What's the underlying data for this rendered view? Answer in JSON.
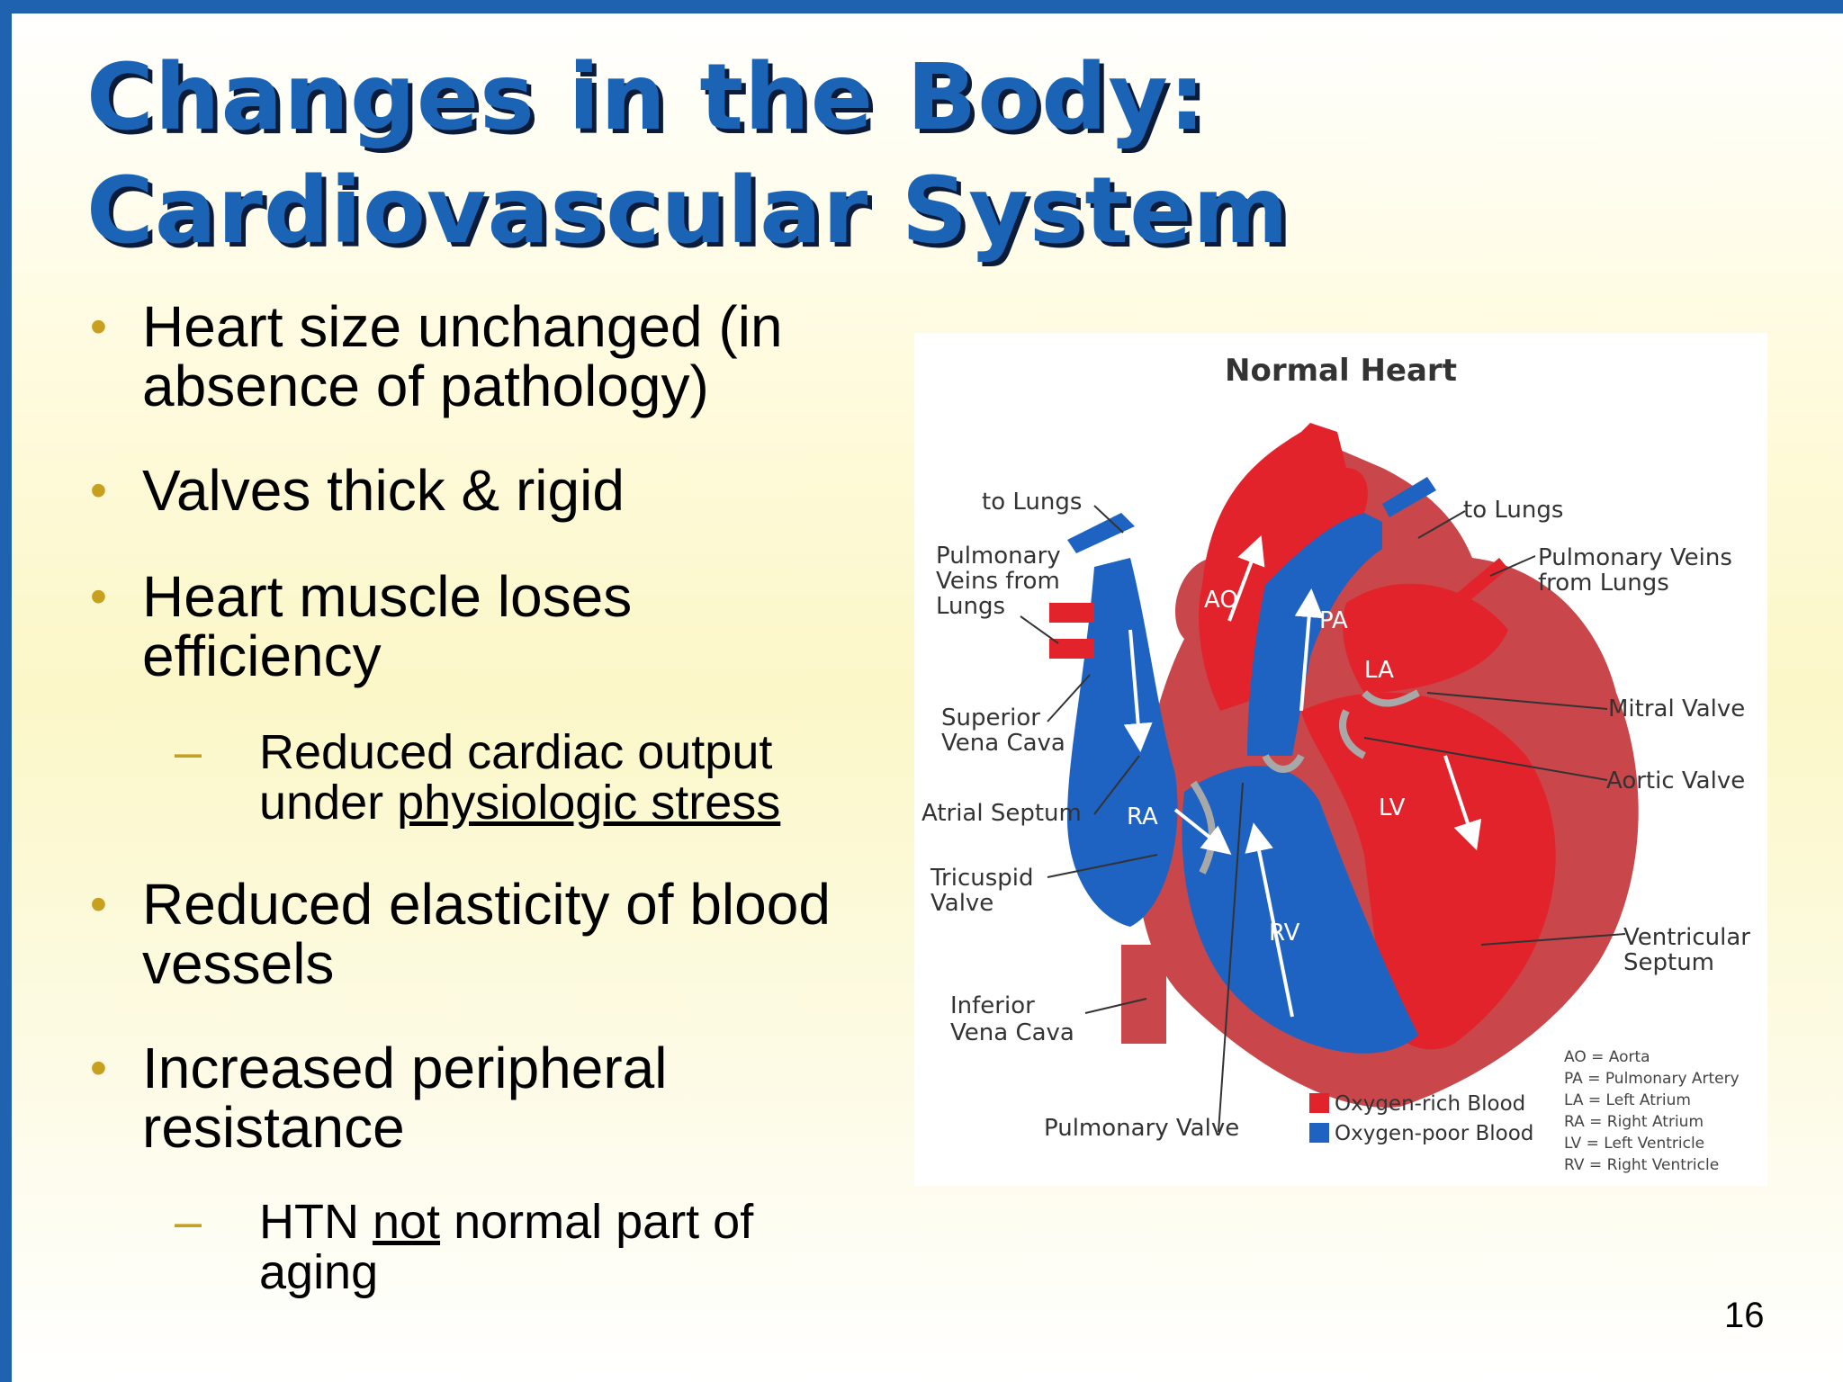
{
  "slide": {
    "title_line1": "Changes in the Body:",
    "title_line2": "Cardiovascular System",
    "page_number": "16"
  },
  "bullets": [
    {
      "l1": "Heart size unchanged (in",
      "l2": "absence of pathology)"
    },
    {
      "l1": "Valves thick & rigid"
    },
    {
      "l1": "Heart muscle loses",
      "l2": "efficiency"
    },
    {
      "sub_l1": "Reduced cardiac output",
      "sub_l2_pre": "under ",
      "sub_l2_ul": "physiologic stress"
    },
    {
      "l1": "Reduced elasticity of blood",
      "l2": "vessels"
    },
    {
      "l1": "Increased peripheral",
      "l2": "resistance"
    },
    {
      "sub_l1_pre": "HTN ",
      "sub_l1_ul": "not",
      "sub_l1_post": " normal part of",
      "sub_l2": "aging"
    }
  ],
  "bullet_mark": "•",
  "sub_mark": "–",
  "diagram": {
    "title": "Normal Heart",
    "labels": {
      "to_lungs_left": "to Lungs",
      "to_lungs_right": "to Lungs",
      "pv_left_1": "Pulmonary",
      "pv_left_2": "Veins from",
      "pv_left_3": "Lungs",
      "pv_right_1": "Pulmonary Veins",
      "pv_right_2": "from Lungs",
      "svc_1": "Superior",
      "svc_2": "Vena Cava",
      "atrial_septum": "Atrial Septum",
      "tricuspid_1": "Tricuspid",
      "tricuspid_2": "Valve",
      "ivc_1": "Inferior",
      "ivc_2": "Vena Cava",
      "pulmonary_valve": "Pulmonary Valve",
      "mitral_valve": "Mitral Valve",
      "aortic_valve": "Aortic Valve",
      "vs_1": "Ventricular",
      "vs_2": "Septum",
      "AO": "AO",
      "PA": "PA",
      "LA": "LA",
      "RA": "RA",
      "LV": "LV",
      "RV": "RV"
    },
    "legend": {
      "oxygen_rich": "Oxygen-rich Blood",
      "oxygen_poor": "Oxygen-poor Blood"
    },
    "abbreviations": [
      "AO = Aorta",
      "PA = Pulmonary Artery",
      "LA = Left Atrium",
      "RA = Right Atrium",
      "LV = Left Ventricle",
      "RV = Right Ventricle"
    ],
    "colors": {
      "oxygen_rich": "#e3232b",
      "oxygen_poor": "#1f63c2",
      "muscle": "#c9474a",
      "valve": "#a8a8a8"
    }
  }
}
